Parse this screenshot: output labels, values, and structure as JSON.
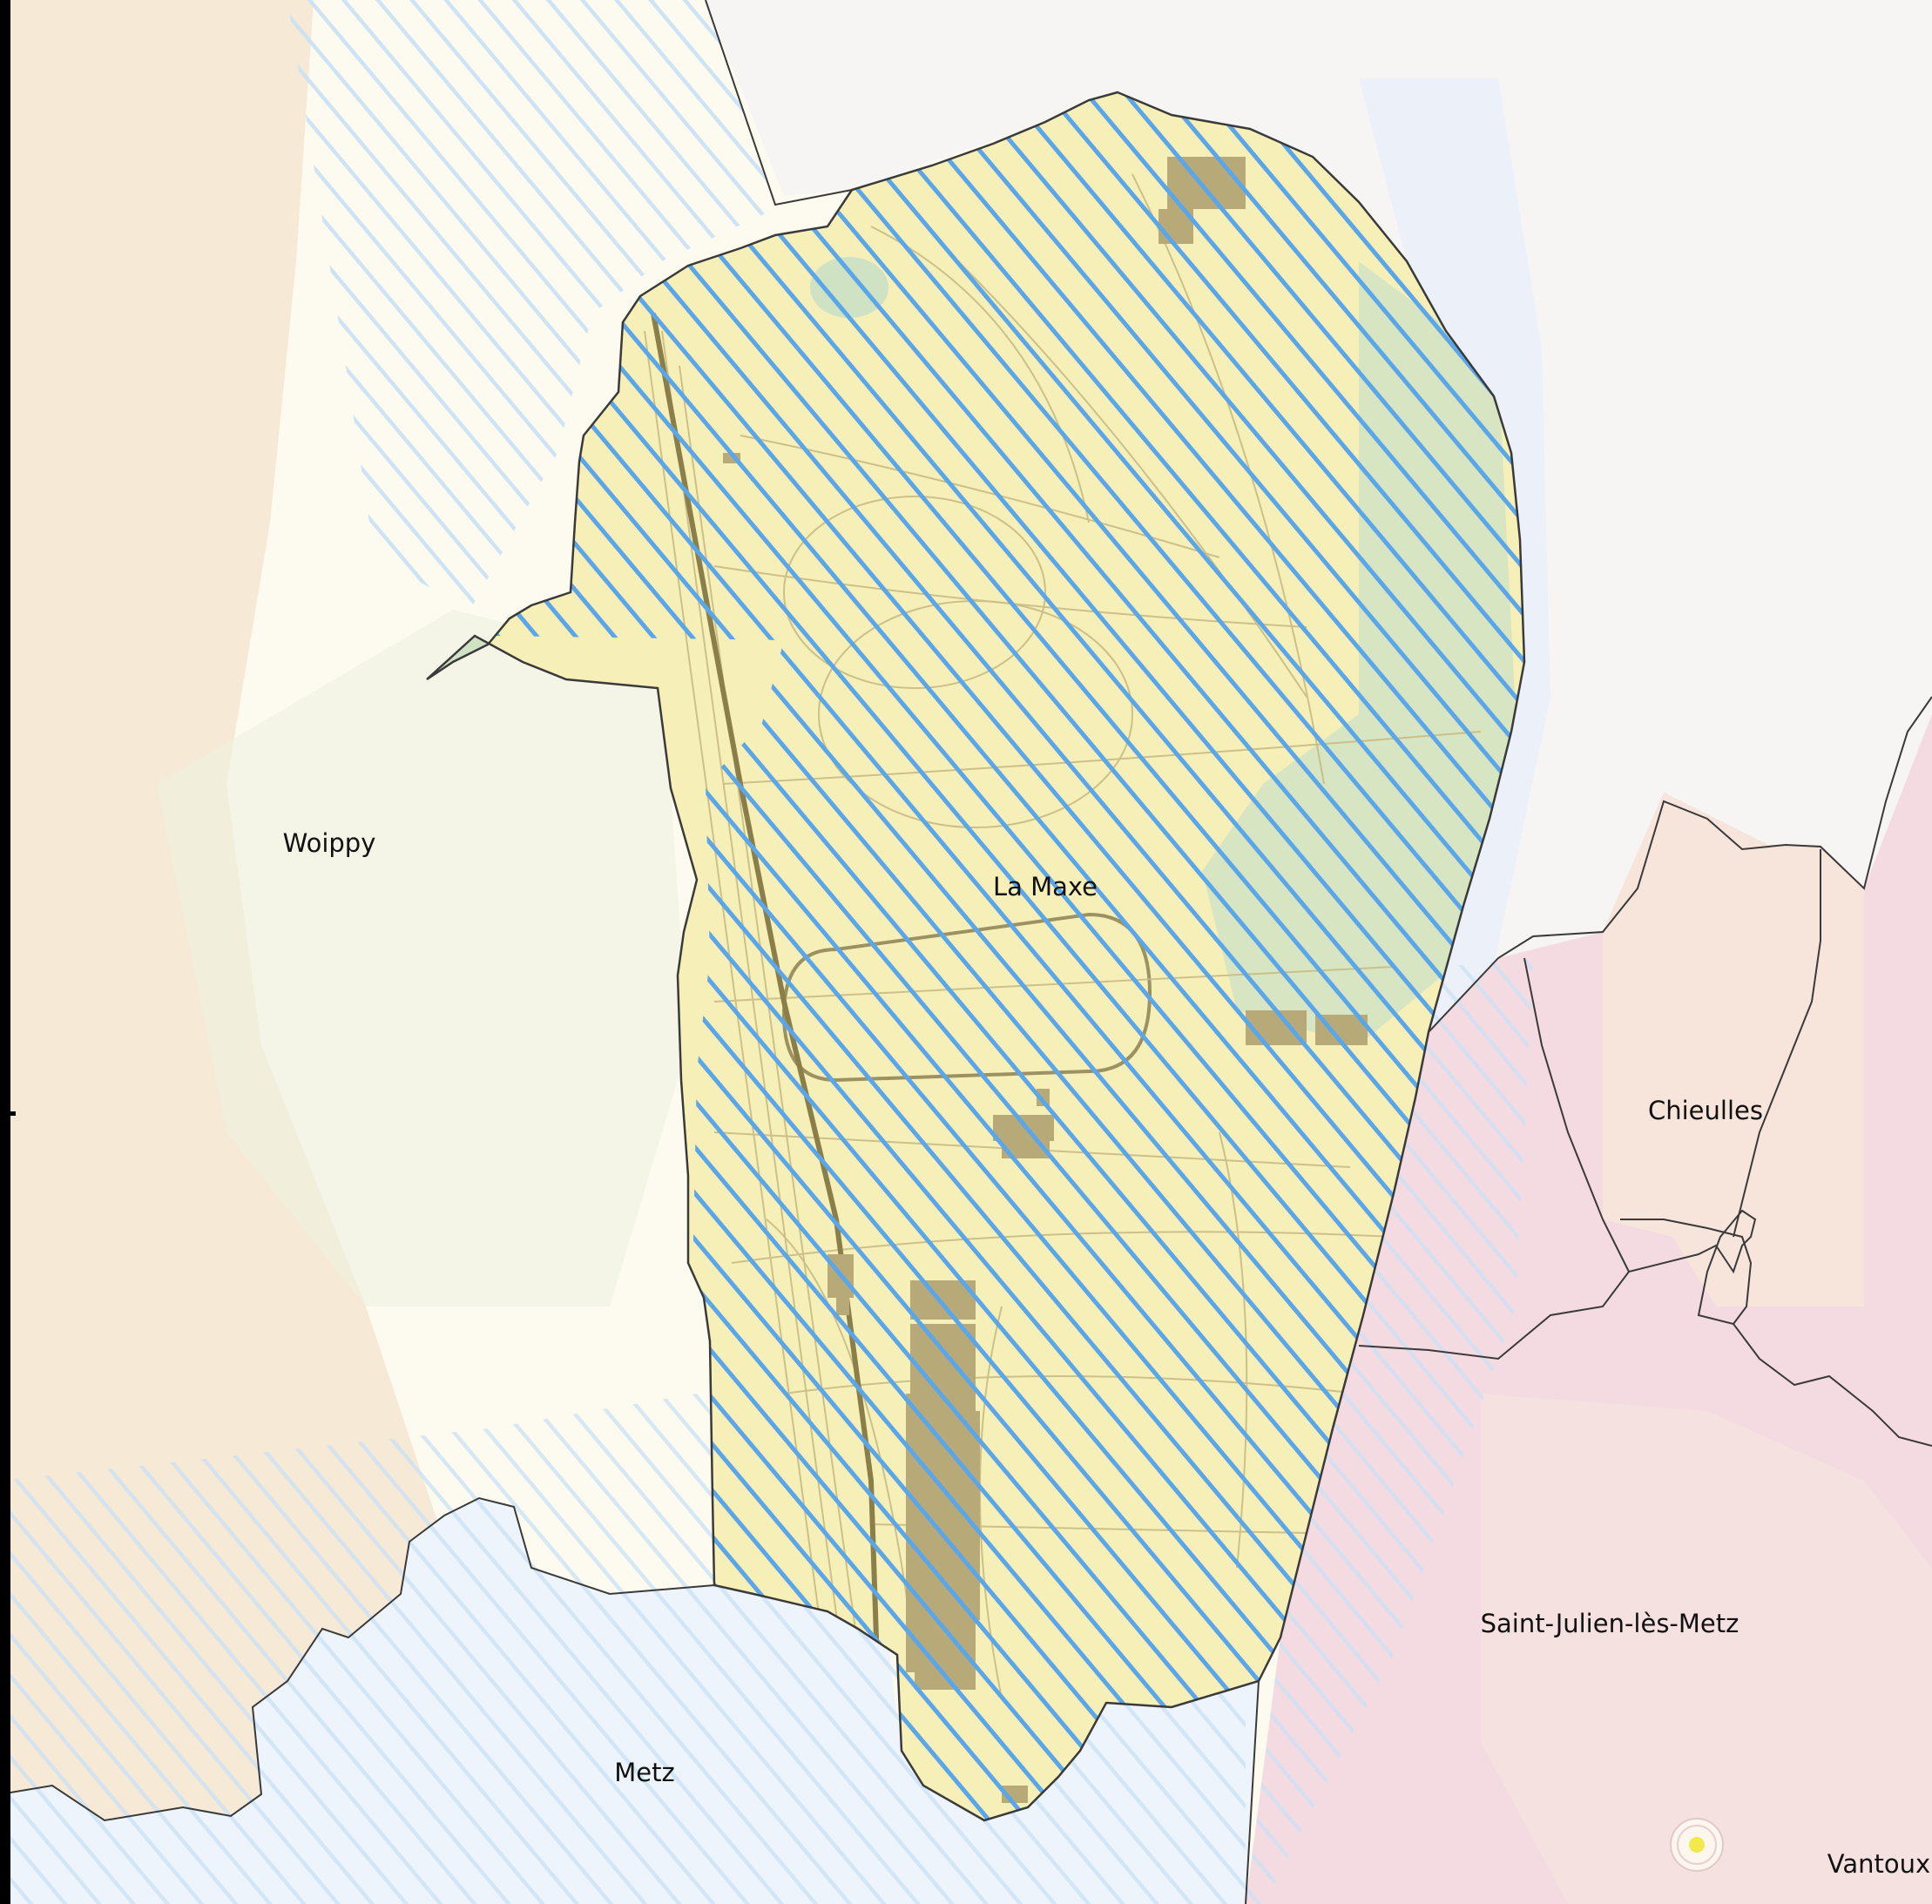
{
  "map": {
    "communes": [
      {
        "id": "woippy",
        "name": "Woippy"
      },
      {
        "id": "la-maxe",
        "name": "La Maxe"
      },
      {
        "id": "chieulles",
        "name": "Chieulles"
      },
      {
        "id": "saint-julien",
        "name": "Saint-Julien-lès-Metz"
      },
      {
        "id": "metz",
        "name": "Metz"
      },
      {
        "id": "vantoux",
        "name": "Vantoux"
      }
    ],
    "layers": {
      "flood_hatch": "Hatched flood-risk zone",
      "commune_boundaries": "Commune boundaries",
      "parcels": "Cadastral parcels"
    },
    "colors": {
      "hatch_blue": "#5aa6e8",
      "hatch_blue_light": "#c9e1f5",
      "focus_fill": "#f7efb8",
      "pink_zone": "#f3dbe2",
      "green_zone": "#cfe2c4",
      "building": "#b7aa78",
      "boundary": "#3a3a3a"
    },
    "icons": [
      "pin-marker-icon"
    ]
  }
}
